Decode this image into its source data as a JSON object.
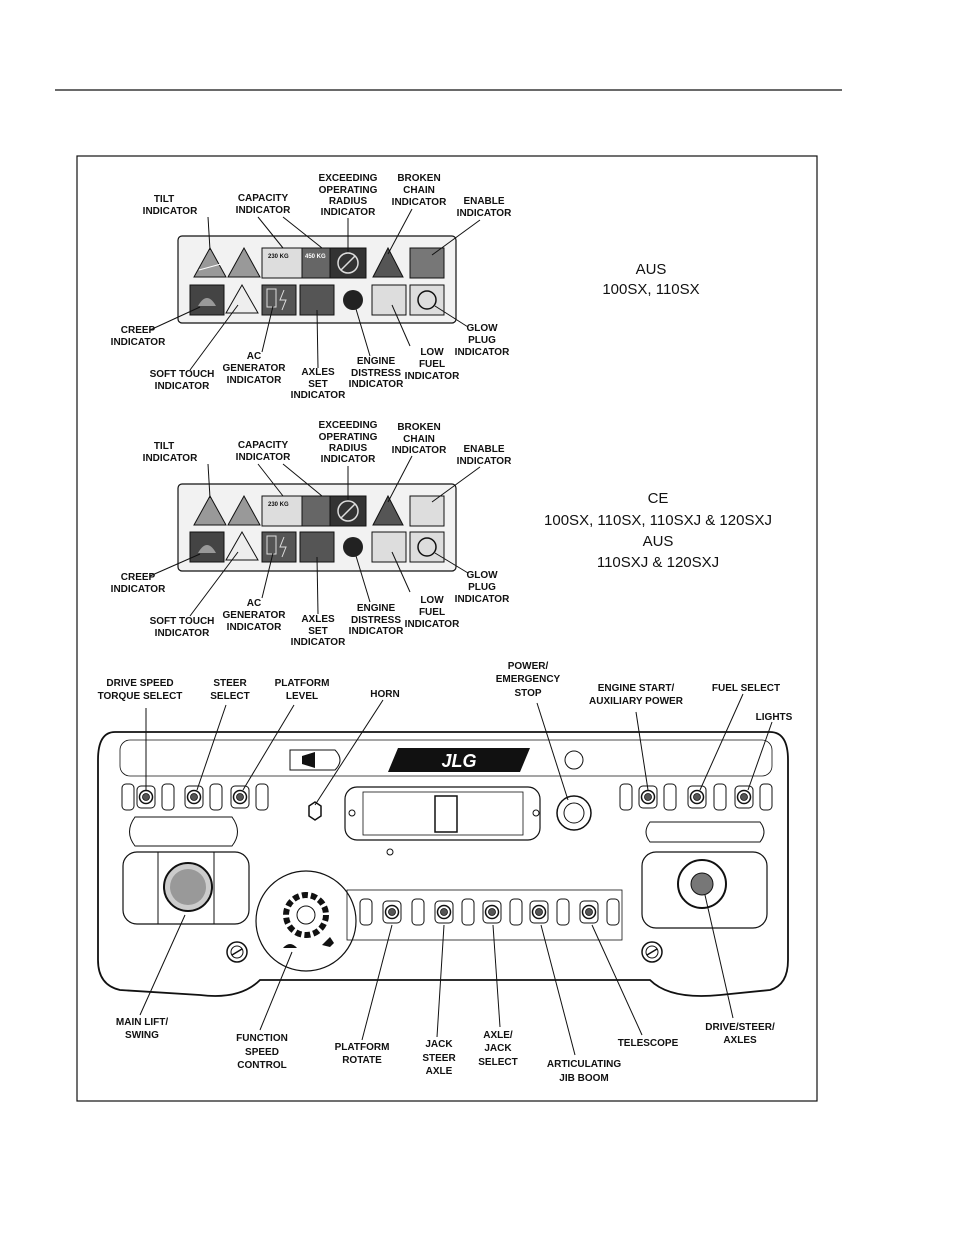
{
  "page": {
    "panels": [
      {
        "variant_lines": [
          "AUS",
          "100SX, 110SX"
        ],
        "labels": {
          "tilt": [
            "TILT",
            "INDICATOR"
          ],
          "capacity": [
            "CAPACITY",
            "INDICATOR"
          ],
          "radius": [
            "EXCEEDING",
            "OPERATING",
            "RADIUS",
            "INDICATOR"
          ],
          "chain": [
            "BROKEN",
            "CHAIN",
            "INDICATOR"
          ],
          "enable": [
            "ENABLE",
            "INDICATOR"
          ],
          "creep": [
            "CREEP",
            "INDICATOR"
          ],
          "soft_touch": [
            "SOFT TOUCH",
            "INDICATOR"
          ],
          "ac_gen": [
            "AC",
            "GENERATOR",
            "INDICATOR"
          ],
          "axles": [
            "AXLES",
            "SET",
            "INDICATOR"
          ],
          "engine": [
            "ENGINE",
            "DISTRESS",
            "INDICATOR"
          ],
          "low_fuel": [
            "LOW",
            "FUEL",
            "INDICATOR"
          ],
          "glow": [
            "GLOW",
            "PLUG",
            "INDICATOR"
          ]
        },
        "weights": [
          "230 KG",
          "450 KG"
        ]
      },
      {
        "variant_lines": [
          "CE",
          "100SX, 110SX, 110SXJ & 120SXJ",
          "AUS",
          "110SXJ & 120SXJ"
        ],
        "labels": {
          "tilt": [
            "TILT",
            "INDICATOR"
          ],
          "capacity": [
            "CAPACITY",
            "INDICATOR"
          ],
          "radius": [
            "EXCEEDING",
            "OPERATING",
            "RADIUS",
            "INDICATOR"
          ],
          "chain": [
            "BROKEN",
            "CHAIN",
            "INDICATOR"
          ],
          "enable": [
            "ENABLE",
            "INDICATOR"
          ],
          "creep": [
            "CREEP",
            "INDICATOR"
          ],
          "soft_touch": [
            "SOFT TOUCH",
            "INDICATOR"
          ],
          "ac_gen": [
            "AC",
            "GENERATOR",
            "INDICATOR"
          ],
          "axles": [
            "AXLES",
            "SET",
            "INDICATOR"
          ],
          "engine": [
            "ENGINE",
            "DISTRESS",
            "INDICATOR"
          ],
          "low_fuel": [
            "LOW",
            "FUEL",
            "INDICATOR"
          ],
          "glow": [
            "GLOW",
            "PLUG",
            "INDICATOR"
          ]
        },
        "weights": [
          "230 KG"
        ]
      }
    ],
    "console": {
      "brand": "JLG",
      "top_labels": {
        "drive_speed": [
          "DRIVE SPEED",
          "TORQUE SELECT"
        ],
        "steer_select": [
          "STEER",
          "SELECT"
        ],
        "platform_level": [
          "PLATFORM",
          "LEVEL"
        ],
        "horn": [
          "HORN"
        ],
        "power_stop": [
          "POWER/",
          "EMERGENCY",
          "STOP"
        ],
        "engine_start": [
          "ENGINE START/",
          "AUXILIARY POWER"
        ],
        "fuel_select": [
          "FUEL SELECT"
        ],
        "lights": [
          "LIGHTS"
        ]
      },
      "bottom_labels": {
        "main_lift": [
          "MAIN LIFT/",
          "SWING"
        ],
        "function_speed": [
          "FUNCTION",
          "SPEED",
          "CONTROL"
        ],
        "platform_rotate": [
          "PLATFORM",
          "ROTATE"
        ],
        "jack_steer": [
          "JACK",
          "STEER",
          "AXLE"
        ],
        "axle_jack": [
          "AXLE/",
          "JACK",
          "SELECT"
        ],
        "jib": [
          "ARTICULATING",
          "JIB BOOM"
        ],
        "telescope": [
          "TELESCOPE"
        ],
        "drive_steer": [
          "DRIVE/STEER/",
          "AXLES"
        ]
      }
    }
  }
}
